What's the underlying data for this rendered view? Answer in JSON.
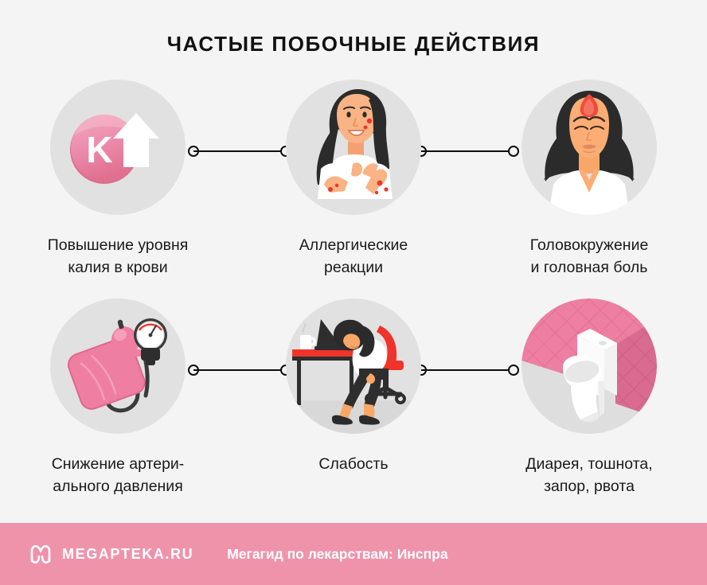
{
  "page": {
    "title": "ЧАСТЫЕ ПОБОЧНЫЕ ДЕЙСТВИЯ",
    "background_color": "#f4f4f4",
    "accent_color": "#ef93ab",
    "text_color": "#1a1a1a",
    "circle_color": "#e1e1e1"
  },
  "items": [
    {
      "icon": "potassium-level-up-icon",
      "caption_line1": "Повышение уровня",
      "caption_line2": "калия в крови",
      "symbol": "K"
    },
    {
      "icon": "allergic-rash-woman-icon",
      "caption_line1": "Аллергические",
      "caption_line2": "реакции",
      "symbol": ""
    },
    {
      "icon": "headache-dizziness-woman-icon",
      "caption_line1": "Головокружение",
      "caption_line2": "и головная боль",
      "symbol": ""
    },
    {
      "icon": "blood-pressure-monitor-icon",
      "caption_line1": "Снижение артери-",
      "caption_line2": "ального давления",
      "symbol": ""
    },
    {
      "icon": "tired-woman-at-desk-icon",
      "caption_line1": "Слабость",
      "caption_line2": "",
      "symbol": ""
    },
    {
      "icon": "toilet-icon",
      "caption_line1": "Диарея, тошнота,",
      "caption_line2": "запор, рвота",
      "symbol": ""
    }
  ],
  "footer": {
    "logo": "megapteka-m-logo",
    "brand": "MEGAPTEKA.RU",
    "subtitle": "Мегагид по лекарствам: Инспра",
    "background_color": "#ef93ab"
  }
}
